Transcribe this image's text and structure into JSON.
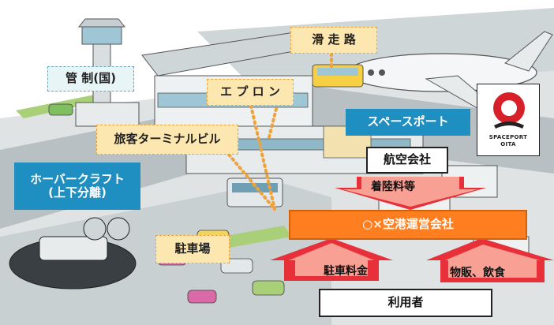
{
  "labels": {
    "control": "管 制(国)",
    "runway": "滑 走 路",
    "apron": "エ プ ロ ン",
    "terminal": "旅客ターミナルビル",
    "parking": "駐車場",
    "hovercraft_line1": "ホーバークラフト",
    "hovercraft_line2": "(上下分離)",
    "spaceport": "スペースポート",
    "airline": "航空会社",
    "landing_fee": "着陸料等",
    "operator": "○×空港運営会社",
    "parking_fee": "駐車料金",
    "sales": "物販、飲食",
    "users": "利用者"
  },
  "logo": {
    "line1": "SPACEPORT",
    "line2": "OITA"
  },
  "colors": {
    "accent_orange": "#ff7e1f",
    "arrow_red": "#e8303a",
    "label_blue": "#1f8ec0",
    "label_beige": "#fde7b0"
  },
  "icons": [
    "control-tower-icon",
    "airplane-icon",
    "bus-icon",
    "hovercraft-icon",
    "car-icon",
    "spaceport-logo-icon"
  ]
}
